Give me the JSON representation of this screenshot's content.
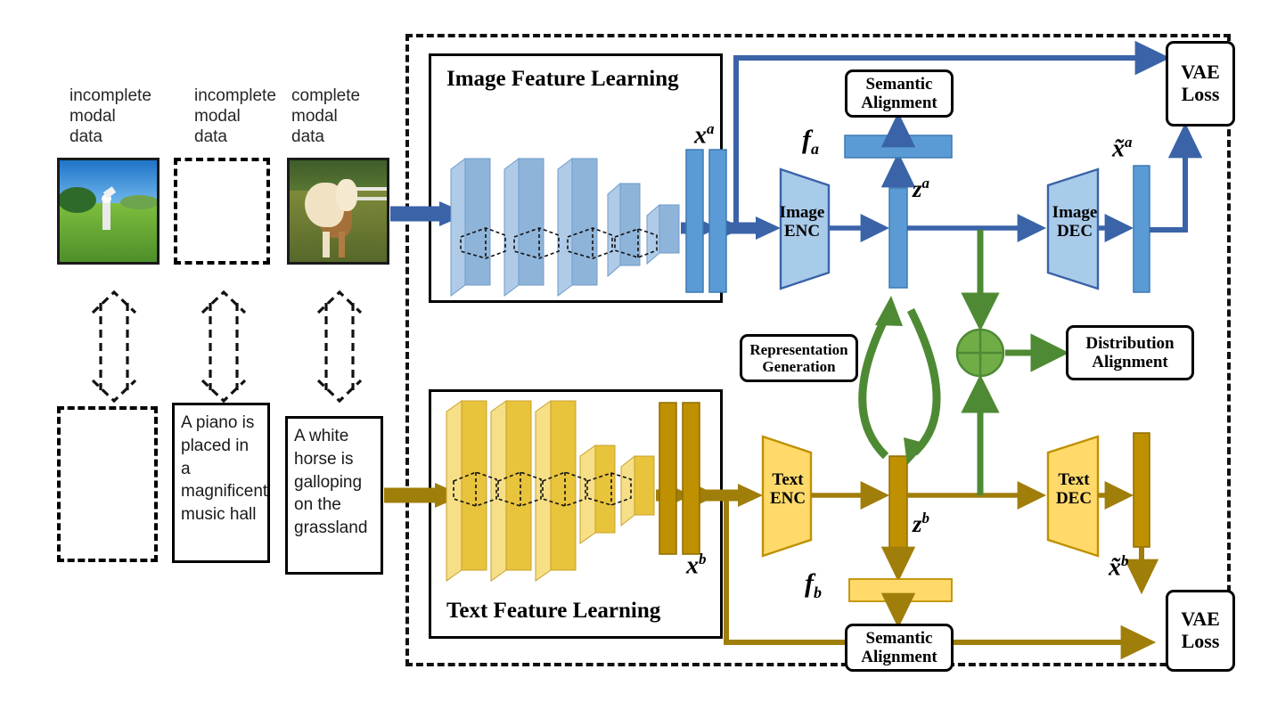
{
  "title": "Cross-modal VAE architecture with semantic and distribution alignment",
  "inputs": {
    "captions": [
      {
        "line1": "incomplete",
        "line2": "modal",
        "line3": "data"
      },
      {
        "line1": "incomplete",
        "line2": "modal",
        "line3": "data"
      },
      {
        "line1": "complete",
        "line2": "modal",
        "line3": "data"
      }
    ],
    "images": [
      {
        "name": "golfer-photo",
        "alt": "golfer swinging club on green lawn",
        "state": "present"
      },
      {
        "name": "missing-image-placeholder",
        "alt": "missing image",
        "state": "missing"
      },
      {
        "name": "horse-photo",
        "alt": "white horse galloping on grassland",
        "state": "present"
      }
    ],
    "texts": [
      {
        "name": "missing-text-placeholder",
        "value": "",
        "state": "missing"
      },
      {
        "name": "piano-caption",
        "value": "A piano is placed in a magnificent music hall",
        "state": "present"
      },
      {
        "name": "horse-caption",
        "value": "A white horse is galloping on the grassland",
        "state": "present"
      }
    ]
  },
  "sections": {
    "image_feature_learning": "Image Feature Learning",
    "text_feature_learning": "Text Feature Learning"
  },
  "modules": {
    "image_enc": {
      "line1": "Image",
      "line2": "ENC"
    },
    "image_dec": {
      "line1": "Image",
      "line2": "DEC"
    },
    "text_enc": {
      "line1": "Text",
      "line2": "ENC"
    },
    "text_dec": {
      "line1": "Text",
      "line2": "DEC"
    },
    "semantic_alignment_top": {
      "line1": "Semantic",
      "line2": "Alignment"
    },
    "semantic_alignment_bottom": {
      "line1": "Semantic",
      "line2": "Alignment"
    },
    "vae_loss_top": {
      "line1": "VAE",
      "line2": "Loss"
    },
    "vae_loss_bottom": {
      "line1": "VAE",
      "line2": "Loss"
    },
    "distribution_alignment": {
      "line1": "Distribution",
      "line2": "Alignment"
    },
    "representation_generation": {
      "line1": "Representation",
      "line2": "Generation"
    }
  },
  "variables": {
    "x_a": "x",
    "x_a_sup": "a",
    "x_b": "x",
    "x_b_sup": "b",
    "z_a": "z",
    "z_a_sup": "a",
    "z_b": "z",
    "z_b_sup": "b",
    "f_a": "f",
    "f_a_sub": "a",
    "f_b": "f",
    "f_b_sub": "b",
    "xt_a": "x̃",
    "xt_a_sup": "a",
    "xt_b": "x̃",
    "xt_b_sup": "b"
  },
  "icons": {
    "fusion": "plus-circle-icon",
    "loop": "bidirectional-loop-icon",
    "pair_link": "double-headed-dashed-arrow-icon"
  },
  "colors": {
    "image_stream": "#3A63A8",
    "image_fill": "#5B9BD5",
    "image_slab_face": "#8FB4D9",
    "image_slab_side": "#AFCBE8",
    "image_trapezoid": "#A9CBEA",
    "text_stream": "#A07E0A",
    "text_fill": "#BF9000",
    "text_slab_face": "#E8C33C",
    "text_slab_side": "#F6DF86",
    "text_trapezoid": "#FFDA6B",
    "green": "#4E8A34",
    "green_fill": "#70AD47",
    "outline": "#000000"
  }
}
